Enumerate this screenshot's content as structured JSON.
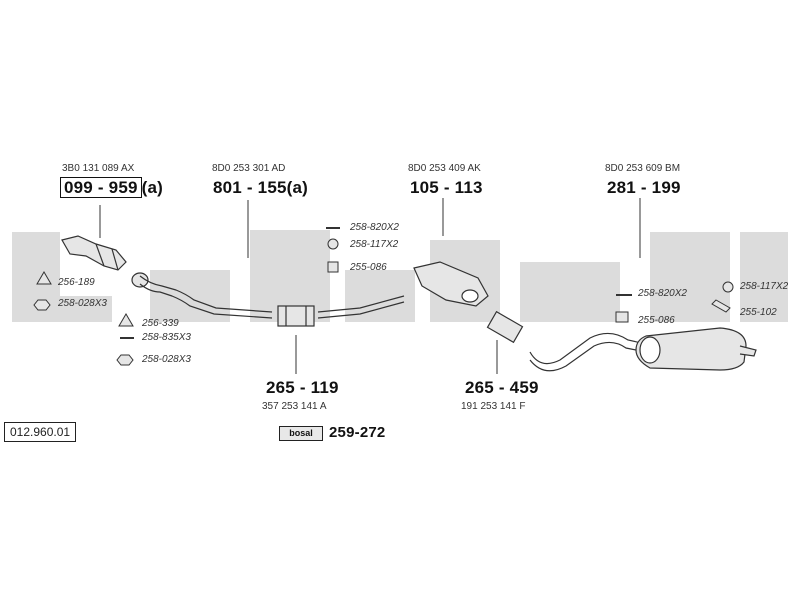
{
  "watermark": {
    "brand": "bosal",
    "color": "#d9d9d9"
  },
  "diagram_code": "012.960.01",
  "parts": [
    {
      "id": "front-pipe",
      "ref": "3B0 131 089 AX",
      "number": "099 - 959",
      "suffix": "(a)"
    },
    {
      "id": "middle-pipe",
      "ref": "8D0 253 301 AD",
      "number": "801 - 155",
      "suffix": "(a)"
    },
    {
      "id": "center-silencer",
      "ref": "8D0 253 409 AK",
      "number": "105 - 113"
    },
    {
      "id": "rear-silencer",
      "ref": "8D0 253 609 BM",
      "number": "281 - 199"
    },
    {
      "id": "clamp-1",
      "ref": "357 253 141 A",
      "number": "265 - 119"
    },
    {
      "id": "clamp-2",
      "ref": "191 253 141 F",
      "number": "265 - 459"
    }
  ],
  "small_parts": {
    "front": [
      "256-189",
      "258-028X3",
      "256-339",
      "258-835X3",
      "258-028X3"
    ],
    "center": [
      "258-820X2",
      "258-117X2",
      "255-086"
    ],
    "rear": [
      "258-820X2",
      "255-086",
      "258-117X2",
      "255-102"
    ]
  },
  "kit": {
    "logo_text": "bosal",
    "number": "259-272"
  },
  "colors": {
    "line": "#333333",
    "part_fill": "#e6e6e6"
  },
  "icons": [
    "gasket-icon",
    "nut-icon",
    "bolt-icon",
    "clamp-icon",
    "hanger-icon"
  ]
}
